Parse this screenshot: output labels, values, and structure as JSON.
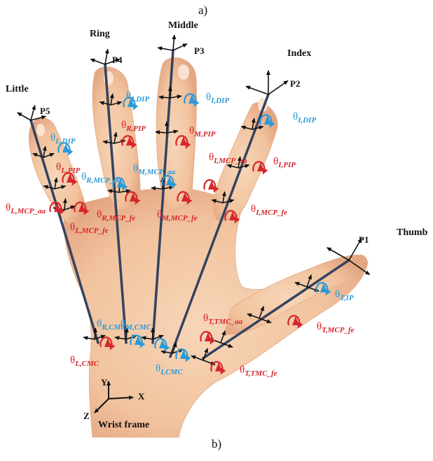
{
  "figure": {
    "top_label": "a)",
    "bottom_label": "b)"
  },
  "fingers": {
    "little": "Little",
    "ring": "Ring",
    "middle": "Middle",
    "index": "Index",
    "thumb": "Thumb"
  },
  "points": {
    "p1": "P1",
    "p2": "P2",
    "p3": "P3",
    "p4": "P4",
    "p5": "P5"
  },
  "angles": {
    "l_dip": {
      "sym": "θ",
      "sub": "L,DIP"
    },
    "l_pip": {
      "sym": "θ",
      "sub": "L,PIP"
    },
    "l_mcp_aa": {
      "sym": "θ",
      "sub": "L,MCP_aa"
    },
    "l_mcp_fe": {
      "sym": "θ",
      "sub": "L,MCP_fe"
    },
    "l_cmc": {
      "sym": "θ",
      "sub": "L,CMC"
    },
    "r_pip": {
      "sym": "θ",
      "sub": "R,PIP"
    },
    "r_mcp_aa": {
      "sym": "θ",
      "sub": "R,MCP_aa"
    },
    "r_mcp_fe": {
      "sym": "θ",
      "sub": "R,MCP_fe"
    },
    "r_cmc": {
      "sym": "θ",
      "sub": "R,CMC"
    },
    "m_mcp_aa": {
      "sym": "θ",
      "sub": "M,MCP_aa"
    },
    "m_pip": {
      "sym": "θ",
      "sub": "M,PIP"
    },
    "m_mcp_fe": {
      "sym": "θ",
      "sub": "M,MCP_fe"
    },
    "m_cmc": {
      "sym": "θ",
      "sub": "M,CMC"
    },
    "i_dip_a": {
      "sym": "θ",
      "sub": "I,DIP"
    },
    "i_dip_b": {
      "sym": "θ",
      "sub": "I,DIP"
    },
    "i_mcp_aa": {
      "sym": "θ",
      "sub": "I,MCP_aa"
    },
    "i_pip": {
      "sym": "θ",
      "sub": "I,PIP"
    },
    "i_mcp_fe": {
      "sym": "θ",
      "sub": "I,MCP_fe"
    },
    "i_cmc": {
      "sym": "θ",
      "sub": "I,CMC"
    },
    "t_ip": {
      "sym": "θ",
      "sub": "T,IP"
    },
    "t_tmc_aa": {
      "sym": "θ",
      "sub": "T,TMC_aa"
    },
    "t_mcp_fe": {
      "sym": "θ",
      "sub": "T,MCP_fe"
    },
    "t_tmc_fe": {
      "sym": "θ",
      "sub": "T,TMC_fe"
    }
  },
  "wrist": {
    "x": "X",
    "y": "Y",
    "z": "Z",
    "caption": "Wrist frame"
  },
  "colors": {
    "skin": "#f3c9a6",
    "skin_dark": "#e2a985",
    "link": "#34435f",
    "flexion": "#d7262c",
    "abduction": "#2a9ad8"
  }
}
